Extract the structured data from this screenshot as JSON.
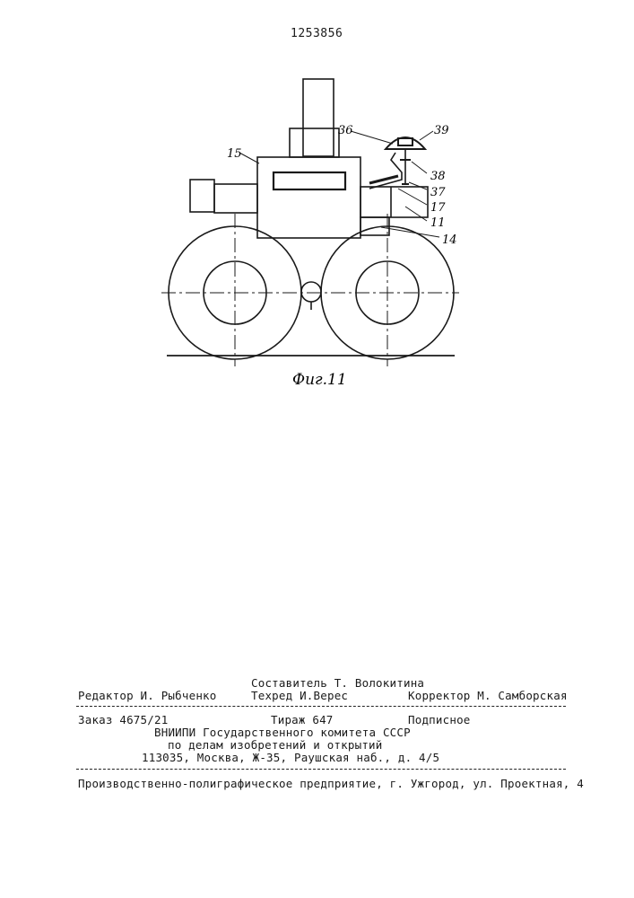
{
  "patent_number": "1253856",
  "figure": {
    "caption": "Фиг.11",
    "references": [
      "15",
      "36",
      "39",
      "38",
      "37",
      "17",
      "11",
      "14"
    ]
  },
  "colophon": {
    "compiler": "Составитель Т. Волокитина",
    "editor": "Редактор И. Рыбченко",
    "techred": "Техред И.Верес",
    "corrector": "Корректор М. Самборская",
    "order": "Заказ 4675/21",
    "circulation": "Тираж 647",
    "subscription": "Подписное",
    "org_line1": "ВНИИПИ Государственного комитета СССР",
    "org_line2": "по делам изобретений и открытий",
    "address": "113035, Москва, Ж-35, Раушская наб., д. 4/5",
    "printer": "Производственно-полиграфическое предприятие, г. Ужгород, ул. Проектная, 4"
  }
}
